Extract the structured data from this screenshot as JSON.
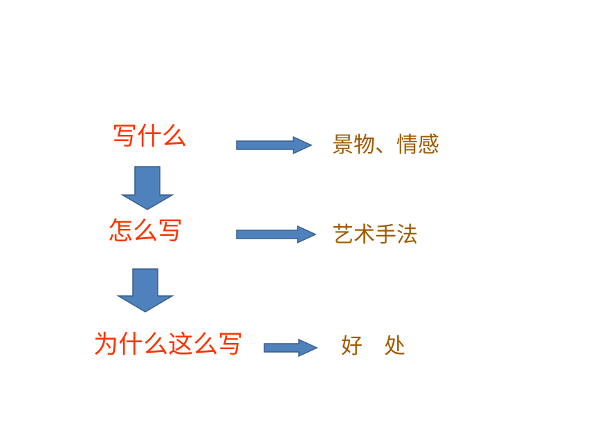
{
  "questions": {
    "what": "写什么",
    "how": "怎么写",
    "why": "为什么这么写"
  },
  "answers": {
    "what": "景物、情感",
    "how": "艺术手法",
    "why": "好　处"
  },
  "colors": {
    "question_text": "#ff3300",
    "answer_text": "#a05a00",
    "arrow_fill": "#4f81bd",
    "arrow_stroke": "#385d8a"
  }
}
